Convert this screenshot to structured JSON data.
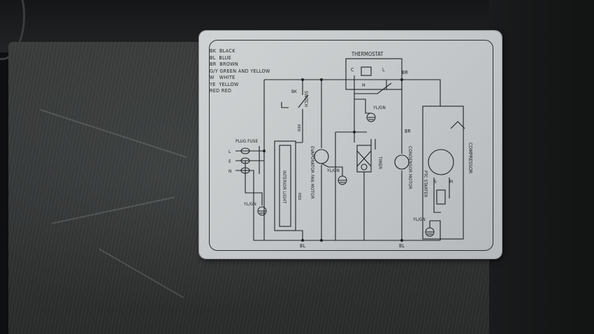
{
  "legend": [
    {
      "code": "BK",
      "meaning": "BLACK"
    },
    {
      "code": "BL",
      "meaning": "BLUE"
    },
    {
      "code": "BR",
      "meaning": "BROWN"
    },
    {
      "code": "G/Y",
      "meaning": "GREEN AND YELLOW"
    },
    {
      "code": "W",
      "meaning": "WHITE"
    },
    {
      "code": "YE",
      "meaning": "YELLOW"
    },
    {
      "code": "RED",
      "meaning": "RED"
    }
  ],
  "labels": {
    "thermostat": "THERMOSTAT",
    "thermostat_c": "C",
    "thermostat_l": "L",
    "thermostat_h": "H",
    "switch": "SWITCH",
    "bk": "BK",
    "red": "RED",
    "plug_fuse": "PLUG FUSE",
    "line_l": "L",
    "line_e": "E",
    "line_n": "N",
    "yl_gn": "YL/GN",
    "interior_light": "INTERIOR LIGHT",
    "evaporator_fan_motor": "EVAPORATOR FAN MOTOR",
    "timer": "TIMER",
    "br": "BR",
    "condensor_motor": "CONDENSOR MOTOR",
    "compressor": "COMPRESSOR",
    "ptc_starter": "PTC STARTER",
    "s": "S",
    "m": "M",
    "bl": "BL"
  }
}
